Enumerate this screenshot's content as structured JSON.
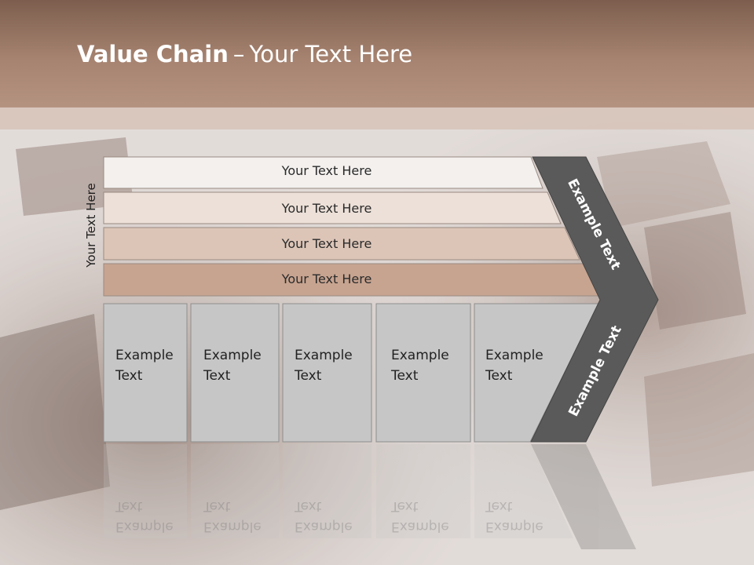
{
  "title": {
    "bold": "Value Chain",
    "separator": "–",
    "rest": "Your Text Here"
  },
  "side_label": "Your Text Here",
  "rows": [
    {
      "label": "Your Text Here",
      "color": "#f3f0ee"
    },
    {
      "label": "Your Text Here",
      "color": "#ece0d8"
    },
    {
      "label": "Your Text Here",
      "color": "#dcc5b7"
    },
    {
      "label": "Your Text Here",
      "color": "#c7a490"
    }
  ],
  "columns": [
    {
      "line1": "Example",
      "line2": "Text"
    },
    {
      "line1": "Example",
      "line2": "Text"
    },
    {
      "line1": "Example",
      "line2": "Text"
    },
    {
      "line1": "Example",
      "line2": "Text"
    },
    {
      "line1": "Example",
      "line2": "Text"
    }
  ],
  "chevron": {
    "top": "Example Text",
    "bottom": "Example Text",
    "color": "#5a5a5a"
  },
  "colors": {
    "header": "#a68370",
    "column_fill": "#c6c6c6",
    "column_stroke": "#8e8e8e"
  }
}
